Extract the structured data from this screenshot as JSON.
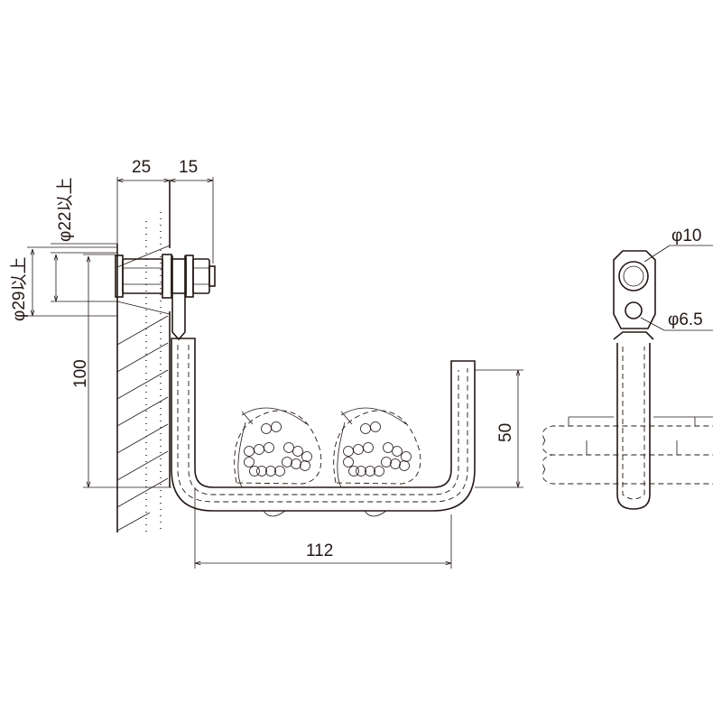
{
  "drawing": {
    "dim_wall_offset": "25",
    "dim_plate_width": "15",
    "dim_hole_min": "φ22以上",
    "dim_washer_min": "φ29以上",
    "dim_height": "100",
    "dim_hook_depth": "50",
    "dim_hook_width": "112",
    "dim_rod_diameter": "φ10",
    "dim_hole_diameter": "φ6.5"
  }
}
